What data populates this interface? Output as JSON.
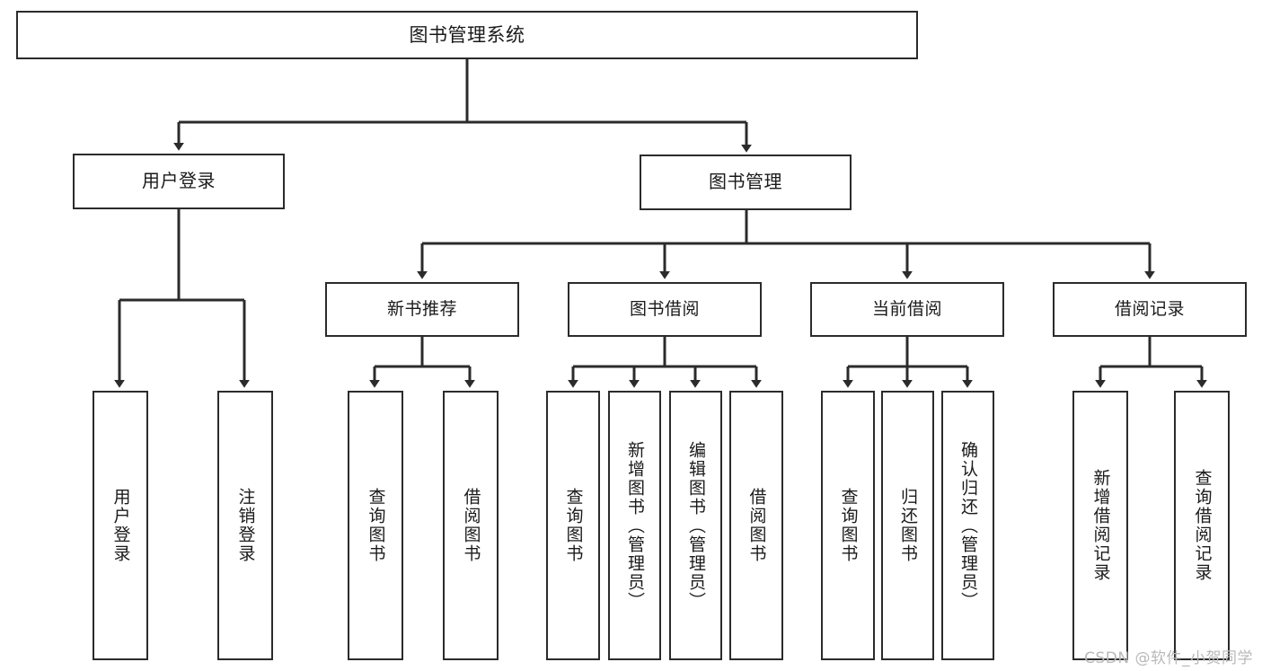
{
  "diagram": {
    "type": "tree",
    "title": "图书管理系统",
    "orientation": "top-down",
    "colors": {
      "box_stroke": "#2b2b2b",
      "box_fill": "#ffffff",
      "edge_stroke": "#2b2b2b",
      "text": "#1a1a1a",
      "watermark": "#b9b9b9",
      "background": "#ffffff"
    },
    "nodes": {
      "root": {
        "label": "图书管理系统"
      },
      "level2": [
        {
          "id": "user-login",
          "label": "用户登录"
        },
        {
          "id": "book-manage",
          "label": "图书管理"
        }
      ],
      "level3": [
        {
          "id": "new-book-recommend",
          "label": "新书推荐"
        },
        {
          "id": "book-borrow",
          "label": "图书借阅"
        },
        {
          "id": "current-borrow",
          "label": "当前借阅"
        },
        {
          "id": "borrow-record",
          "label": "借阅记录"
        }
      ],
      "leaves": [
        {
          "id": "leaf-user-login",
          "label": "用户登录",
          "parent": "user-login"
        },
        {
          "id": "leaf-user-logout",
          "label": "注销登录",
          "parent": "user-login"
        },
        {
          "id": "leaf-query-book-1",
          "label": "查询图书",
          "parent": "new-book-recommend"
        },
        {
          "id": "leaf-borrow-book-1",
          "label": "借阅图书",
          "parent": "new-book-recommend"
        },
        {
          "id": "leaf-query-book-2",
          "label": "查询图书",
          "parent": "book-borrow"
        },
        {
          "id": "leaf-add-book",
          "label": "新增图书（管理员）",
          "parent": "book-borrow"
        },
        {
          "id": "leaf-edit-book",
          "label": "编辑图书（管理员）",
          "parent": "book-borrow"
        },
        {
          "id": "leaf-borrow-book-2",
          "label": "借阅图书",
          "parent": "book-borrow"
        },
        {
          "id": "leaf-query-book-3",
          "label": "查询图书",
          "parent": "current-borrow"
        },
        {
          "id": "leaf-return-book",
          "label": "归还图书",
          "parent": "current-borrow"
        },
        {
          "id": "leaf-confirm-return",
          "label": "确认归还（管理员）",
          "parent": "current-borrow"
        },
        {
          "id": "leaf-add-record",
          "label": "新增借阅记录",
          "parent": "borrow-record"
        },
        {
          "id": "leaf-query-record",
          "label": "查询借阅记录",
          "parent": "borrow-record"
        }
      ]
    }
  },
  "watermark": {
    "text": "CSDN @软件_小贺同学"
  }
}
